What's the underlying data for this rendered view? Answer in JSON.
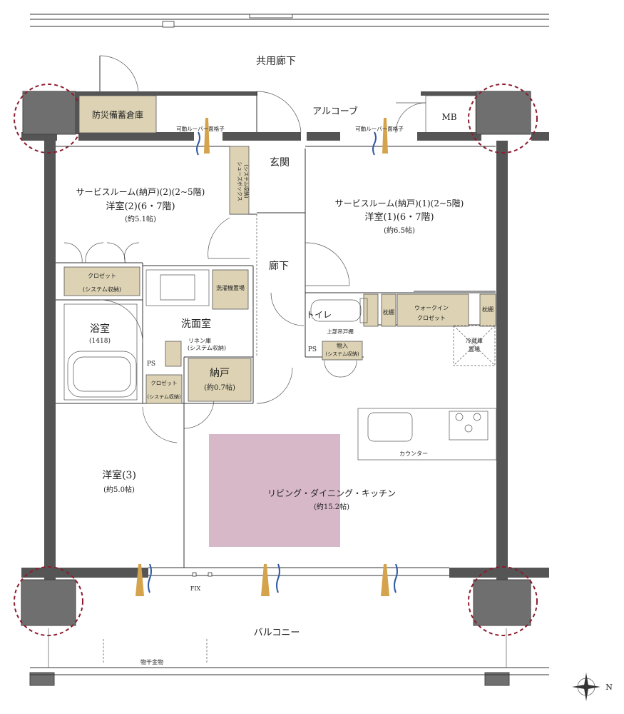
{
  "labels": {
    "corridor": "共用廊下",
    "disaster_storage": "防災備蓄倉庫",
    "alcove": "アルコーブ",
    "mb": "MB",
    "louver_left": "可動ルーバー面格子",
    "louver_right": "可動ルーバー面格子",
    "entrance": "玄関",
    "shoes_box_1": "シューズボックス",
    "shoes_box_2": "(システム収納)",
    "service_room2_l1": "サービスルーム(納戸)(2)(2~5階)",
    "service_room2_l2": "洋室(2)(6・7階)",
    "service_room2_l3": "(約5.1帖)",
    "service_room1_l1": "サービスルーム(納戸)(1)(2~5階)",
    "service_room1_l2": "洋室(1)(6・7階)",
    "service_room1_l3": "(約6.5帖)",
    "hallway": "廊下",
    "closet_a_1": "クロゼット",
    "closet_a_2": "(システム収納)",
    "washer_space": "洗濯機置場",
    "washroom": "洗面室",
    "bathroom": "浴室",
    "bathroom_size": "(1418)",
    "linen_1": "リネン庫",
    "linen_2": "(システム収納)",
    "ps_left": "PS",
    "ps_right": "PS",
    "toilet": "トイレ",
    "upper_cabinet": "上部吊戸棚",
    "pillow_shelf_1": "枕棚",
    "pillow_shelf_2": "枕棚",
    "walkin_1": "ウォークイン",
    "walkin_2": "クロゼット",
    "fridge_1": "冷蔵庫",
    "fridge_2": "置場",
    "storage_in_1": "物入",
    "storage_in_2": "(システム収納)",
    "closet_b_1": "クロゼット",
    "closet_b_2": "(システム収納)",
    "nando": "納戸",
    "nando_size": "(約0.7帖)",
    "counter": "カウンター",
    "room3": "洋室(3)",
    "room3_size": "(約5.0帖)",
    "ldk": "リビング・ダイニング・キッチン",
    "ldk_size": "(約15.2帖)",
    "fix": "FIX",
    "balcony": "バルコニー",
    "laundry_hanger": "物干金物",
    "compass_n": "N"
  },
  "colors": {
    "storage_fill": "#ddd3b4",
    "ldk_highlight": "#d7b8c9",
    "wall": "#555555",
    "column_marker": "#8a1d2f",
    "airflow_gold": "#d4a34c",
    "airflow_blue": "#2f5aa3"
  }
}
